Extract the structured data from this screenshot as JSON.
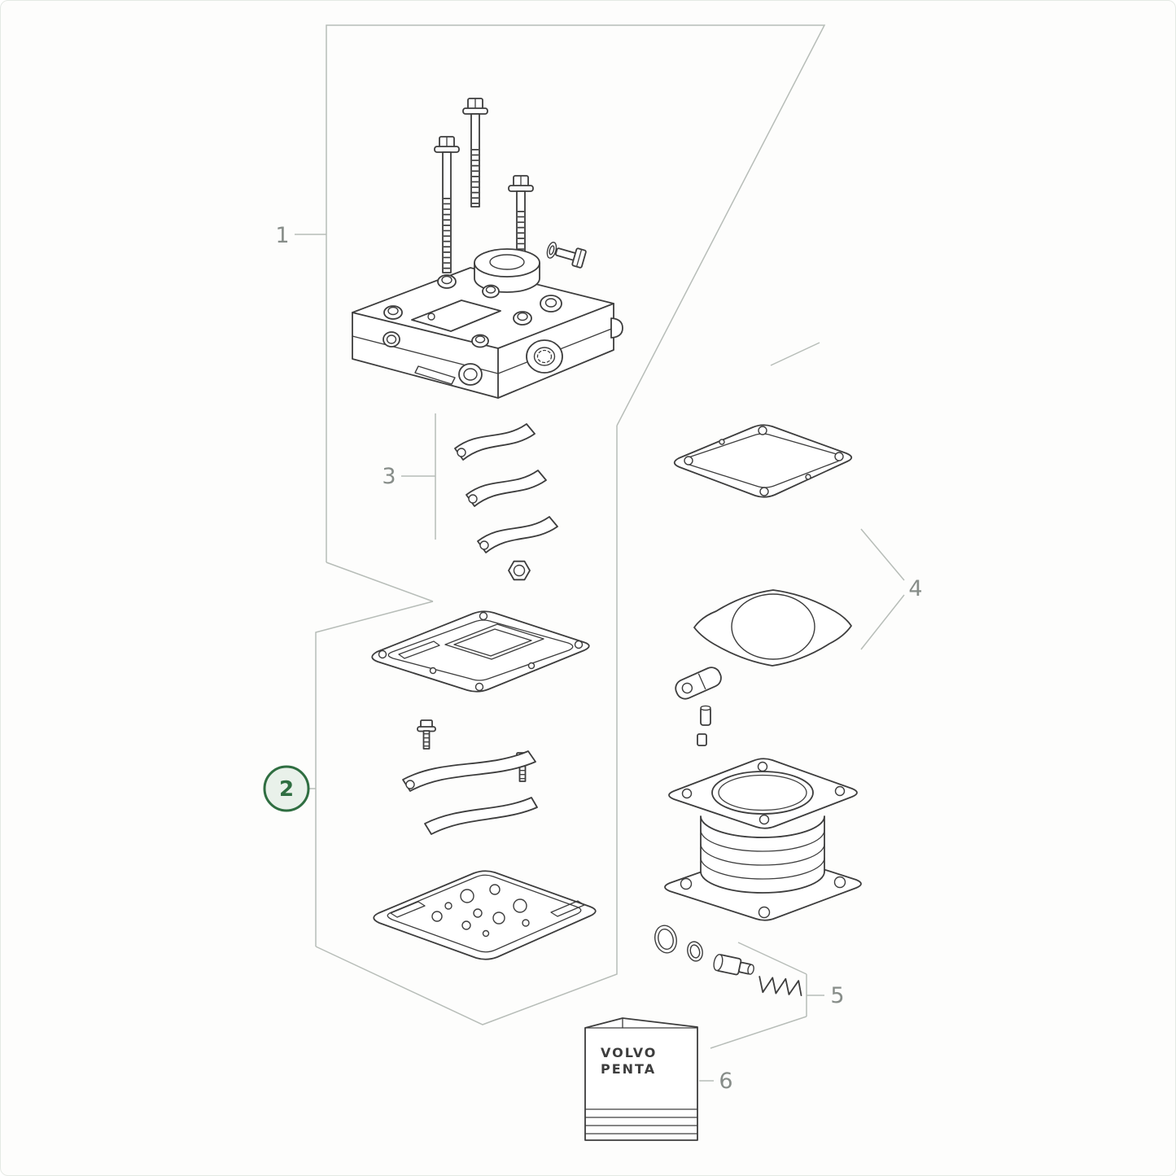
{
  "page": {
    "title": "Exploded parts diagram",
    "background": "#fdfdfc",
    "border_color": "#e4e9e4"
  },
  "diagram": {
    "type": "exploded-parts-diagram",
    "selected_callout": "2",
    "callouts": [
      {
        "label": "1",
        "highlighted": false
      },
      {
        "label": "2",
        "highlighted": true
      },
      {
        "label": "3",
        "highlighted": false
      },
      {
        "label": "4",
        "highlighted": false
      },
      {
        "label": "5",
        "highlighted": false
      },
      {
        "label": "6",
        "highlighted": false
      }
    ],
    "colors": {
      "part_line": "#3d3d3d",
      "bracket_line": "#b7bdb8",
      "callout_text": "#878d89",
      "highlight_stroke": "#2f6e41",
      "highlight_fill": "#e9f1ea"
    },
    "box": {
      "brand_line1": "VOLVO",
      "brand_line2": "PENTA"
    }
  }
}
